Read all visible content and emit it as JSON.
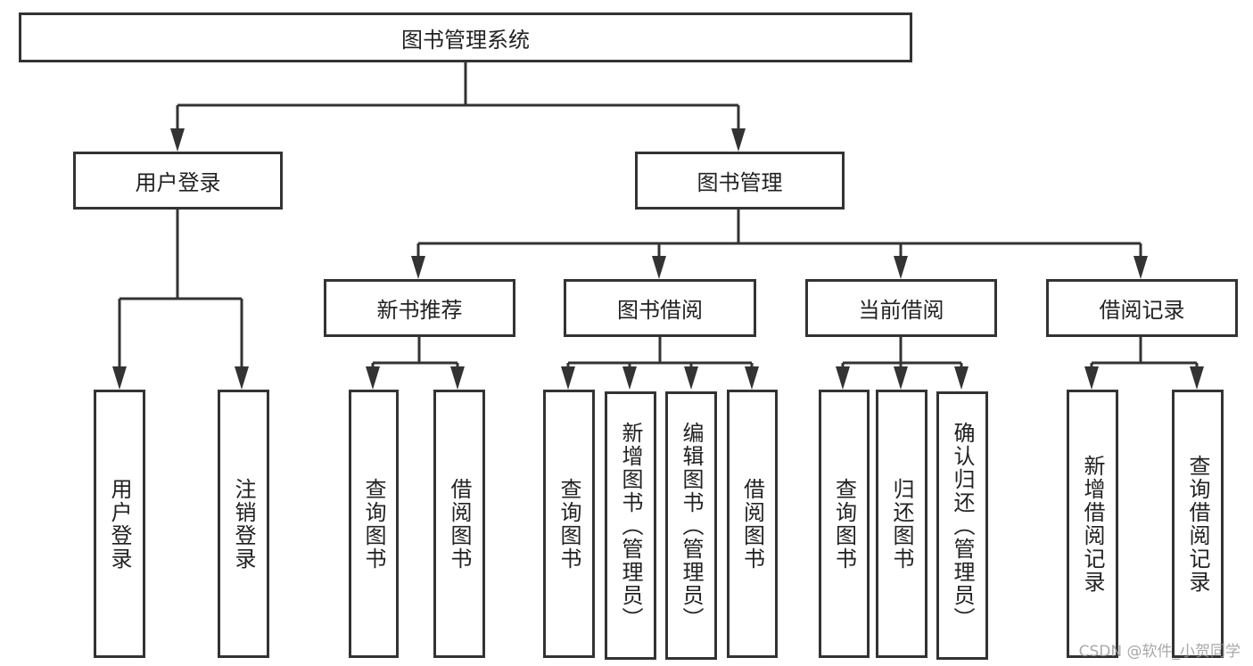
{
  "root": "图书管理系统",
  "level1": [
    "用户登录",
    "图书管理"
  ],
  "level2": [
    "新书推荐",
    "图书借阅",
    "当前借阅",
    "借阅记录"
  ],
  "leaves": {
    "user_login": [
      "用户登录",
      "注销登录"
    ],
    "new_books": [
      "查询图书",
      "借阅图书"
    ],
    "borrow": [
      "查询图书",
      "新增图书（管理员）",
      "编辑图书（管理员）",
      "借阅图书"
    ],
    "current": [
      "查询图书",
      "归还图书",
      "确认归还（管理员）"
    ],
    "records": [
      "新增借阅记录",
      "查询借阅记录"
    ]
  },
  "watermark": "CSDN @软件_小贺同学",
  "colors": {
    "line": "#333333",
    "background": "#ffffff"
  }
}
